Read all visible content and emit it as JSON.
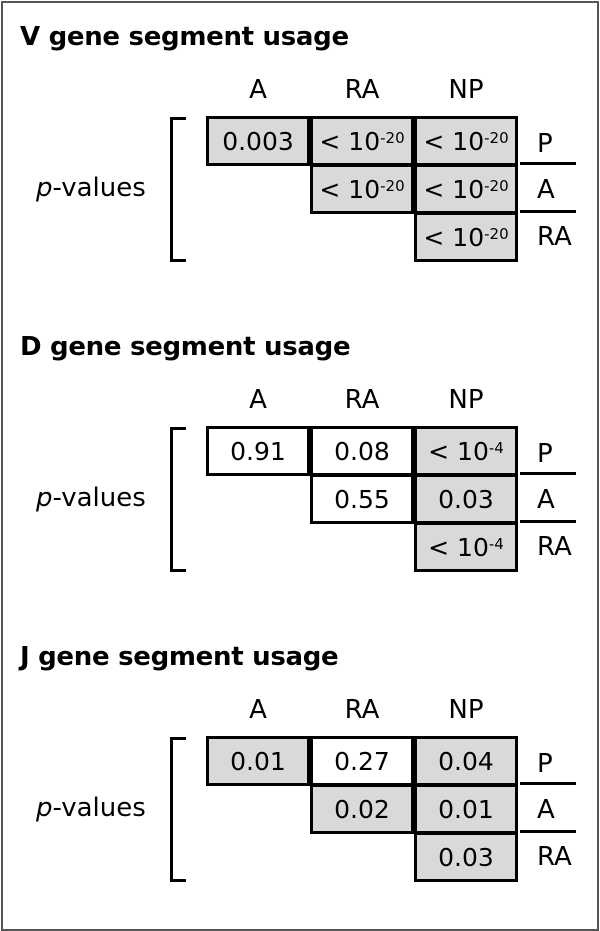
{
  "sections": [
    {
      "title": "V gene segment usage",
      "columns": [
        "A",
        "RA",
        "NP"
      ],
      "rows": [
        "P",
        "A",
        "RA"
      ],
      "ylabel_italic": "p",
      "ylabel_rest": "-values",
      "cells": [
        {
          "row": "P",
          "col": "A",
          "text": "0.003",
          "shaded": true
        },
        {
          "row": "P",
          "col": "RA",
          "prefix": "< 10",
          "exp": "-20",
          "shaded": true
        },
        {
          "row": "P",
          "col": "NP",
          "prefix": "< 10",
          "exp": "-20",
          "shaded": true
        },
        {
          "row": "A",
          "col": "RA",
          "prefix": "< 10",
          "exp": "-20",
          "shaded": true
        },
        {
          "row": "A",
          "col": "NP",
          "prefix": "< 10",
          "exp": "-20",
          "shaded": true
        },
        {
          "row": "RA",
          "col": "NP",
          "prefix": "< 10",
          "exp": "-20",
          "shaded": true
        }
      ]
    },
    {
      "title": "D gene segment usage",
      "columns": [
        "A",
        "RA",
        "NP"
      ],
      "rows": [
        "P",
        "A",
        "RA"
      ],
      "ylabel_italic": "p",
      "ylabel_rest": "-values",
      "cells": [
        {
          "row": "P",
          "col": "A",
          "text": "0.91",
          "shaded": false
        },
        {
          "row": "P",
          "col": "RA",
          "text": "0.08",
          "shaded": false
        },
        {
          "row": "P",
          "col": "NP",
          "prefix": "< 10",
          "exp": "-4",
          "shaded": true
        },
        {
          "row": "A",
          "col": "RA",
          "text": "0.55",
          "shaded": false
        },
        {
          "row": "A",
          "col": "NP",
          "text": "0.03",
          "shaded": true
        },
        {
          "row": "RA",
          "col": "NP",
          "prefix": "< 10",
          "exp": "-4",
          "shaded": true
        }
      ]
    },
    {
      "title": "J gene segment usage",
      "columns": [
        "A",
        "RA",
        "NP"
      ],
      "rows": [
        "P",
        "A",
        "RA"
      ],
      "ylabel_italic": "p",
      "ylabel_rest": "-values",
      "cells": [
        {
          "row": "P",
          "col": "A",
          "text": "0.01",
          "shaded": true
        },
        {
          "row": "P",
          "col": "RA",
          "text": "0.27",
          "shaded": false
        },
        {
          "row": "P",
          "col": "NP",
          "text": "0.04",
          "shaded": true
        },
        {
          "row": "A",
          "col": "RA",
          "text": "0.02",
          "shaded": true
        },
        {
          "row": "A",
          "col": "NP",
          "text": "0.01",
          "shaded": true
        },
        {
          "row": "RA",
          "col": "NP",
          "text": "0.03",
          "shaded": true
        }
      ]
    }
  ],
  "colors": {
    "shaded": "#d9d9d9",
    "plain": "#ffffff",
    "frame": "#555555"
  }
}
